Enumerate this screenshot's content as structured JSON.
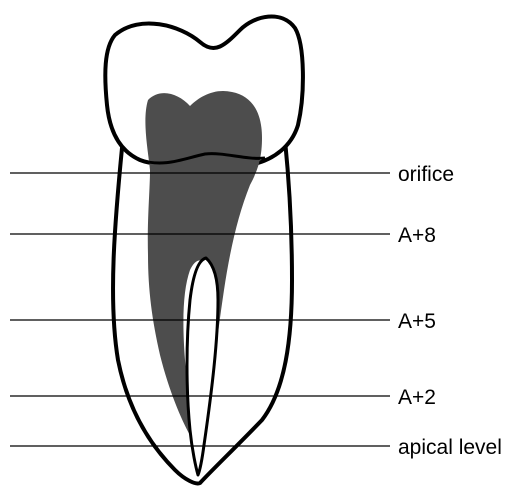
{
  "levels": [
    {
      "id": "orifice",
      "label": "orifice"
    },
    {
      "id": "a8",
      "label": "A+8"
    },
    {
      "id": "a5",
      "label": "A+5"
    },
    {
      "id": "a2",
      "label": "A+2"
    },
    {
      "id": "apical",
      "label": "apical level"
    }
  ],
  "colors": {
    "pulp": "#4d4d4d",
    "outline": "#000000",
    "background": "#ffffff"
  }
}
